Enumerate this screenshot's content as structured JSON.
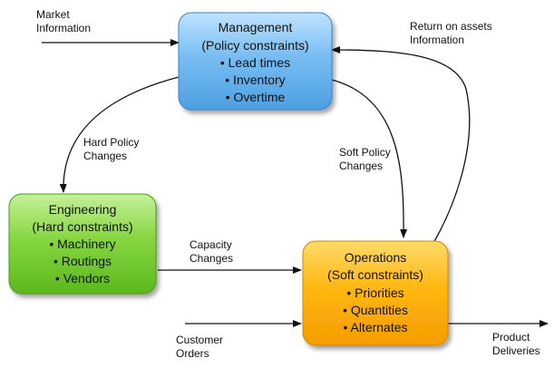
{
  "nodes": {
    "management": {
      "title": "Management",
      "subtitle": "(Policy constraints)",
      "items": [
        "• Lead times",
        "• Inventory",
        "• Overtime"
      ],
      "color": "#6fb6f0"
    },
    "engineering": {
      "title": "Engineering",
      "subtitle": "(Hard constraints)",
      "items": [
        "• Machinery",
        "• Routings",
        "• Vendors"
      ],
      "color": "#7fd33c"
    },
    "operations": {
      "title": "Operations",
      "subtitle": "(Soft constraints)",
      "items": [
        "• Priorities",
        "• Quantities",
        "• Alternates"
      ],
      "color": "#ffb30f"
    }
  },
  "labels": {
    "market_information": [
      "Market",
      "Information"
    ],
    "return_on_assets": [
      "Return on assets",
      "Information"
    ],
    "hard_policy_changes": [
      "Hard Policy",
      "Changes"
    ],
    "soft_policy_changes": [
      "Soft Policy",
      "Changes"
    ],
    "capacity_changes": [
      "Capacity",
      "Changes"
    ],
    "customer_orders": [
      "Customer",
      "Orders"
    ],
    "product_deliveries": [
      "Product",
      "Deliveries"
    ]
  }
}
